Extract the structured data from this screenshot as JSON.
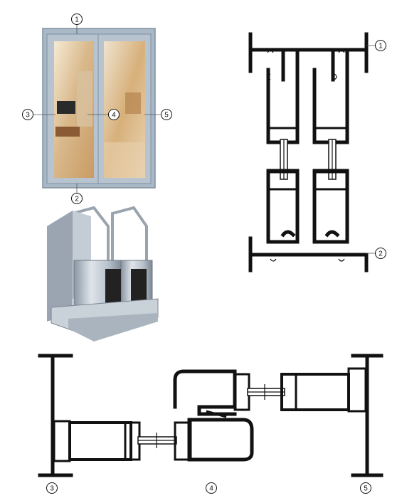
{
  "markers": [
    {
      "id": "door-top",
      "label": "1"
    },
    {
      "id": "door-bottom",
      "label": "2"
    },
    {
      "id": "door-left",
      "label": "3"
    },
    {
      "id": "door-middle",
      "label": "4"
    },
    {
      "id": "door-right",
      "label": "5"
    },
    {
      "id": "section-top",
      "label": "1"
    },
    {
      "id": "section-bottom",
      "label": "2"
    },
    {
      "id": "section-left",
      "label": "3"
    },
    {
      "id": "section-middle",
      "label": "4"
    },
    {
      "id": "section-right",
      "label": "5"
    }
  ],
  "colors": {
    "frame": "#a9b8c6",
    "frame_dark": "#7f909f",
    "glass_warm": "#e8c79a",
    "glass_light": "#f4e6cf",
    "aluminium_light": "#dfe4ea",
    "aluminium_mid": "#b9c2cc",
    "aluminium_dark": "#7c8793",
    "profile_stroke": "#111111"
  }
}
